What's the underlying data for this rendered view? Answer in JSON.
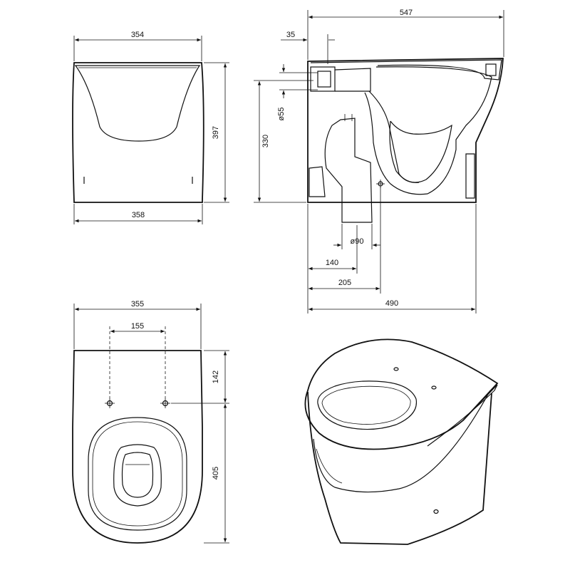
{
  "views": {
    "front": {
      "dims": {
        "top_width": "354",
        "bottom_width": "358",
        "height": "397"
      }
    },
    "side": {
      "dims": {
        "overall_length": "547",
        "inlet_offset": "35",
        "inlet_diameter": "ø55",
        "inlet_height": "330",
        "outlet_diameter": "ø90",
        "outlet_center_140": "140",
        "outlet_center_205": "205",
        "base_length": "490"
      }
    },
    "plan": {
      "dims": {
        "width": "355",
        "bolt_spacing": "155",
        "bolt_from_back": "142",
        "bolt_to_front": "405"
      }
    },
    "perspective": {}
  }
}
